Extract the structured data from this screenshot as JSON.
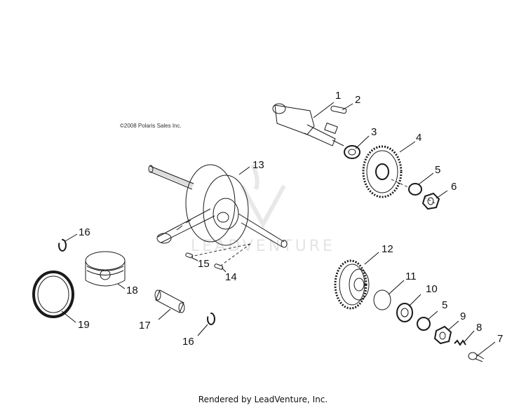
{
  "copyright": "©2008 Polaris Sales Inc.",
  "footer": "Rendered by LeadVenture, Inc.",
  "watermark": "LEADVENTURE",
  "callouts": {
    "c1": "1",
    "c2": "2",
    "c3": "3",
    "c4": "4",
    "c5a": "5",
    "c6": "6",
    "c7": "7",
    "c8": "8",
    "c9": "9",
    "c10": "10",
    "c5b": "5",
    "c11": "11",
    "c12": "12",
    "c13": "13",
    "c14": "14",
    "c15": "15",
    "c16a": "16",
    "c16b": "16",
    "c17": "17",
    "c18": "18",
    "c19": "19"
  },
  "colors": {
    "line": "#1a1a1a",
    "watermark": "#e4e4e4"
  }
}
